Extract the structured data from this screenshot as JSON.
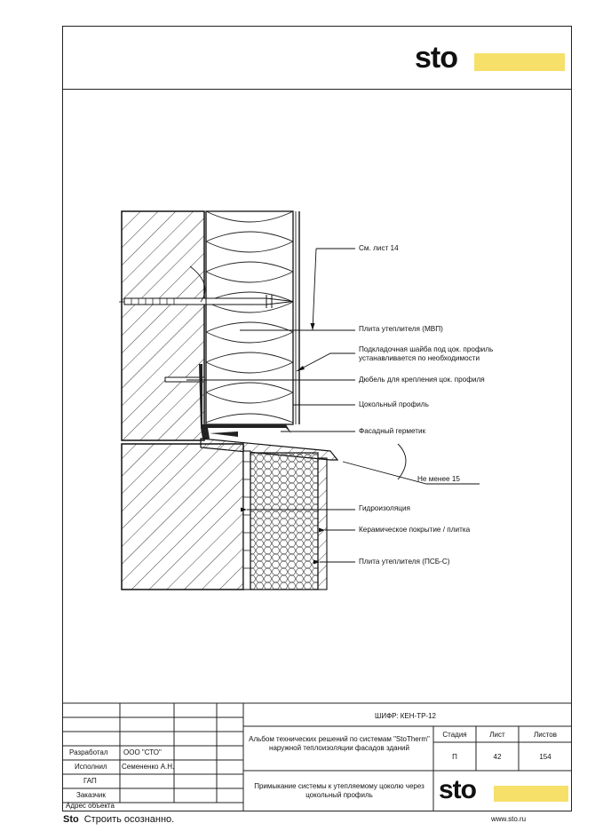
{
  "logo": {
    "text": "sto"
  },
  "callouts": {
    "see_sheet": "См. лист 14",
    "insulation_mvp": "Плита утеплителя (МВП)",
    "washer_line1": "Подкладочная шайба под цок. профиль",
    "washer_line2": "устанавливается по необходимости",
    "dowel": "Дюбель для крепления цок. профиля",
    "base_profile": "Цокольный профиль",
    "sealant": "Фасадный герметик",
    "min_slope": "Не менее 15",
    "waterproofing": "Гидроизоляция",
    "ceramic": "Керамическое покрытие / плитка",
    "insulation_psb": "Плита утеплителя (ПСБ-С)"
  },
  "title_block": {
    "cipher": "ШИФР: КЕН-ТР-12",
    "album": "Альбом технических решений по системам \"StoTherm\" наружной теплоизоляции фасадов зданий",
    "sheet_title": "Примыкание системы к утепляемому цоколю через цокольный профиль",
    "col_stage": "Стадия",
    "col_sheet": "Лист",
    "col_sheets": "Листов",
    "stage": "П",
    "sheet": "42",
    "sheets": "154",
    "roles": [
      {
        "role": "Разработал",
        "name": "ООО \"СТО\""
      },
      {
        "role": "Исполнил",
        "name": "Семененко А.Н."
      },
      {
        "role": "ГАП",
        "name": ""
      },
      {
        "role": "Заказчик",
        "name": ""
      },
      {
        "role": "Адрес объекта",
        "name": ""
      }
    ]
  },
  "footer": {
    "brand": "Sto",
    "slogan": "Строить осознанно.",
    "url": "www.sto.ru"
  }
}
